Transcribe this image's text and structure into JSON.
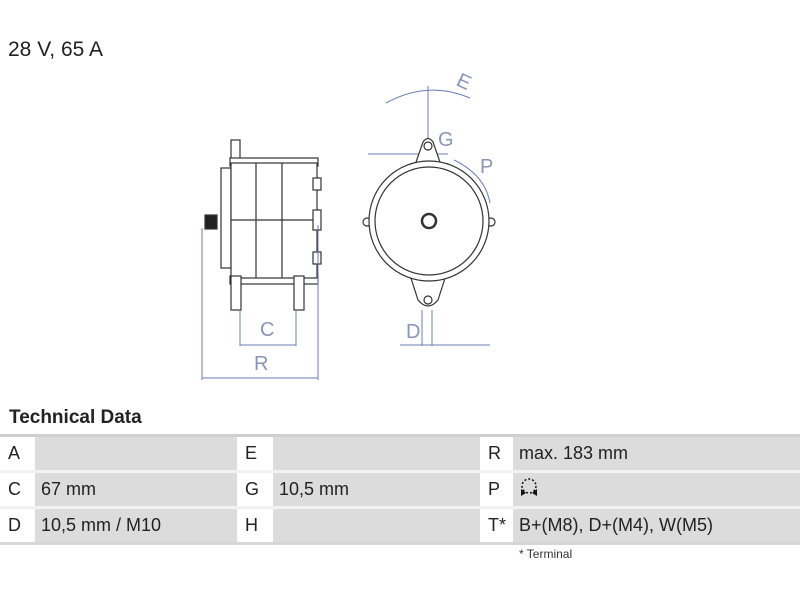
{
  "title": "28 V, 65 A",
  "drawing_labels": {
    "C": "C",
    "R": "R",
    "E": "E",
    "G": "G",
    "P": "P",
    "D": "D"
  },
  "technical_data": {
    "heading": "Technical Data",
    "rows": [
      [
        {
          "k": "A",
          "v": ""
        },
        {
          "k": "E",
          "v": ""
        },
        {
          "k": "R",
          "v": "max. 183 mm"
        }
      ],
      [
        {
          "k": "C",
          "v": "67 mm"
        },
        {
          "k": "G",
          "v": "10,5 mm"
        },
        {
          "k": "P",
          "v": "",
          "icon": "rotation-both-directions-icon"
        }
      ],
      [
        {
          "k": "D",
          "v": "10,5 mm / M10"
        },
        {
          "k": "H",
          "v": ""
        },
        {
          "k": "T*",
          "v": "B+(M8), D+(M4), W(M5)"
        }
      ]
    ],
    "footnote": "* Terminal"
  }
}
